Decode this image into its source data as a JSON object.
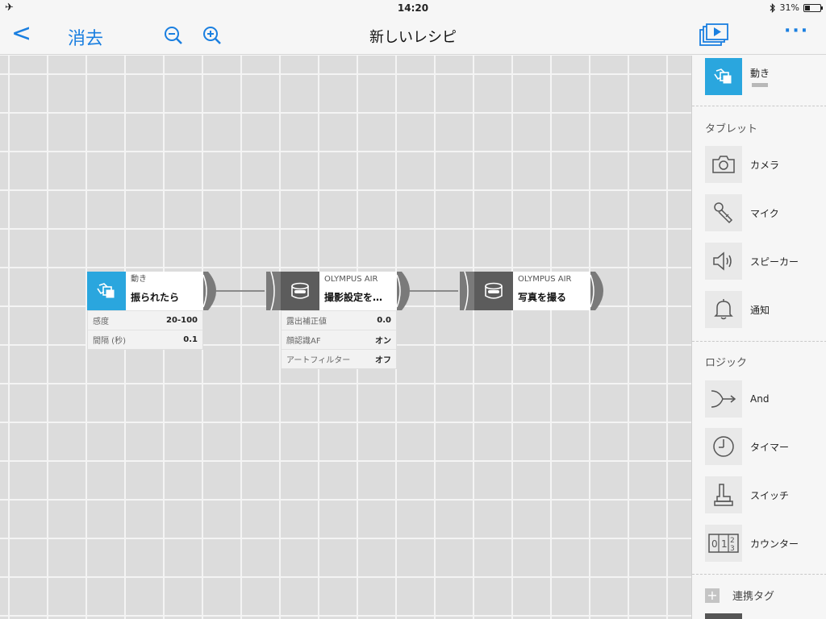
{
  "status_bar": {
    "time": "14:20",
    "battery_text": "31%",
    "battery_level": 0.31
  },
  "nav": {
    "back": "<",
    "clear": "消去",
    "title": "新しいレシピ",
    "more": "···"
  },
  "nodes": [
    {
      "category": "動き",
      "action": "振られたら",
      "icon": "motion-icon",
      "color": "#2aa6de",
      "params": [
        {
          "key": "感度",
          "value": "20-100"
        },
        {
          "key": "間隔 (秒)",
          "value": "0.1"
        }
      ]
    },
    {
      "category": "OLYMPUS AIR",
      "action": "撮影設定を…",
      "icon": "camera-lens-icon",
      "color": "#5c5c5c",
      "params": [
        {
          "key": "露出補正値",
          "value": "0.0"
        },
        {
          "key": "顔認識AF",
          "value": "オン"
        },
        {
          "key": "アートフィルター",
          "value": "オフ"
        }
      ]
    },
    {
      "category": "OLYMPUS AIR",
      "action": "写真を撮る",
      "icon": "camera-lens-icon",
      "color": "#5c5c5c",
      "params": []
    }
  ],
  "sidebar": {
    "top_item": {
      "label": "動き",
      "icon": "motion-icon"
    },
    "tablet_header": "タブレット",
    "tablet_items": [
      {
        "label": "カメラ",
        "icon": "camera-icon"
      },
      {
        "label": "マイク",
        "icon": "microphone-icon"
      },
      {
        "label": "スピーカー",
        "icon": "speaker-icon"
      },
      {
        "label": "通知",
        "icon": "bell-icon"
      }
    ],
    "logic_header": "ロジック",
    "logic_items": [
      {
        "label": "And",
        "icon": "and-merge-icon"
      },
      {
        "label": "タイマー",
        "icon": "timer-icon"
      },
      {
        "label": "スイッチ",
        "icon": "switch-icon"
      },
      {
        "label": "カウンター",
        "icon": "counter-icon"
      }
    ],
    "tag_label": "連携タグ"
  }
}
